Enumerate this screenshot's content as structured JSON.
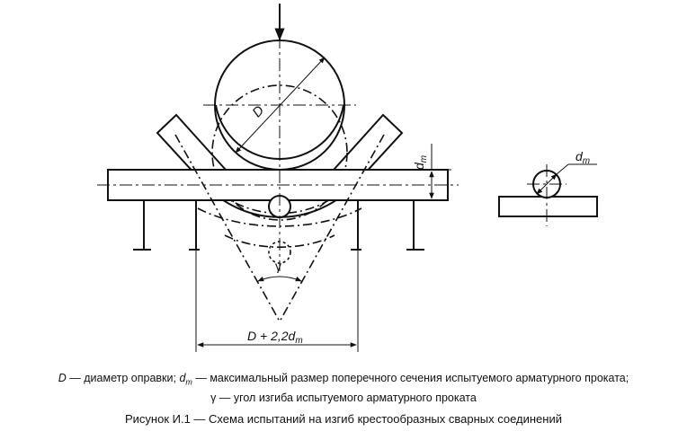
{
  "drawing": {
    "label_D": "D",
    "label_dm": "d",
    "label_dm_sub": "m",
    "label_gamma": "γ",
    "label_width": "D + 2,2d",
    "label_width_sub": "m",
    "label_dm_detail": "d",
    "label_dm_detail_sub": "m"
  },
  "legend": {
    "line1_D": "D",
    "line1_a": " — диаметр оправки; ",
    "line1_dm": "d",
    "line1_dm_sub": "m",
    "line1_b": " — максимальный размер поперечного сечения испытуемого арматурного проката;",
    "line2_gamma": "γ",
    "line2_text": " — угол изгиба испытуемого арматурного проката"
  },
  "caption": "Рисунок И.1 — Схема испытаний на изгиб крестообразных сварных соединений"
}
